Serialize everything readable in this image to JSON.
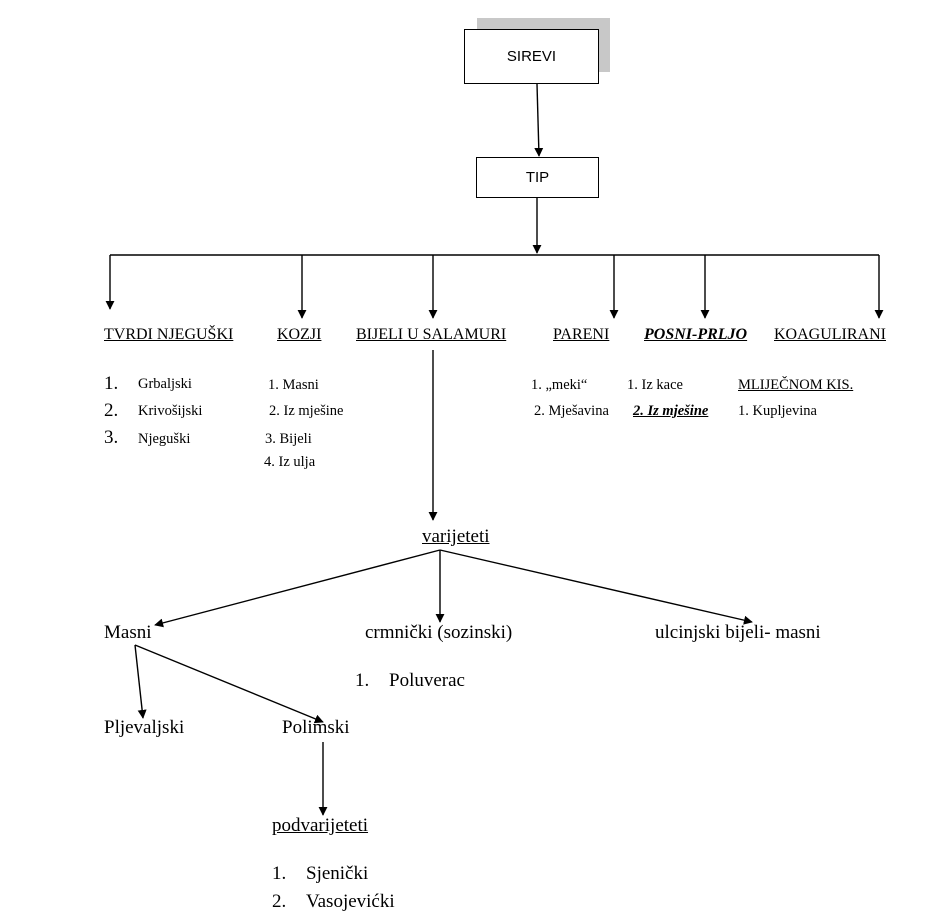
{
  "root": {
    "label": "SIREVI"
  },
  "tip": {
    "label": "TIP"
  },
  "categories": {
    "tvrdi": "TVRDI NJEGUŠKI",
    "kozji": "KOZJI",
    "bijeli": "BIJELI U SALAMURI",
    "pareni": "PARENI",
    "posni": "POSNI-PRLJO",
    "koagulirani": "KOAGULIRANI"
  },
  "tvrdi_list": [
    {
      "n": "1.",
      "t": "Grbaljski"
    },
    {
      "n": "2.",
      "t": "Krivošijski"
    },
    {
      "n": "3.",
      "t": "Njeguški"
    }
  ],
  "kozji_list": [
    "1. Masni",
    "2. Iz mješine",
    "3. Bijeli",
    "4. Iz ulja"
  ],
  "pareni_list": [
    "1. „meki“",
    "2. Mješavina"
  ],
  "posni_list": {
    "item1": "1. Iz kace",
    "item2": "2. Iz mješine"
  },
  "koagulirani_list": {
    "header": "MLIJEČNOM KIS.",
    "item1": "1. Kupljevina"
  },
  "varijeteti": {
    "label": "varijeteti",
    "masni": "Masni",
    "crmnicki": "crmnički (sozinski)",
    "ulcinjski": "ulcinjski bijeli- masni",
    "crmnicki_sub": {
      "n": "1.",
      "t": "Poluverac"
    }
  },
  "masni_sub": {
    "pljevaljski": "Pljevaljski",
    "polimski": "Polimski"
  },
  "podvarijeteti": {
    "label": "podvarijeteti",
    "items": [
      {
        "n": "1.",
        "t": "Sjenički"
      },
      {
        "n": "2.",
        "t": "Vasojevićki"
      }
    ]
  }
}
